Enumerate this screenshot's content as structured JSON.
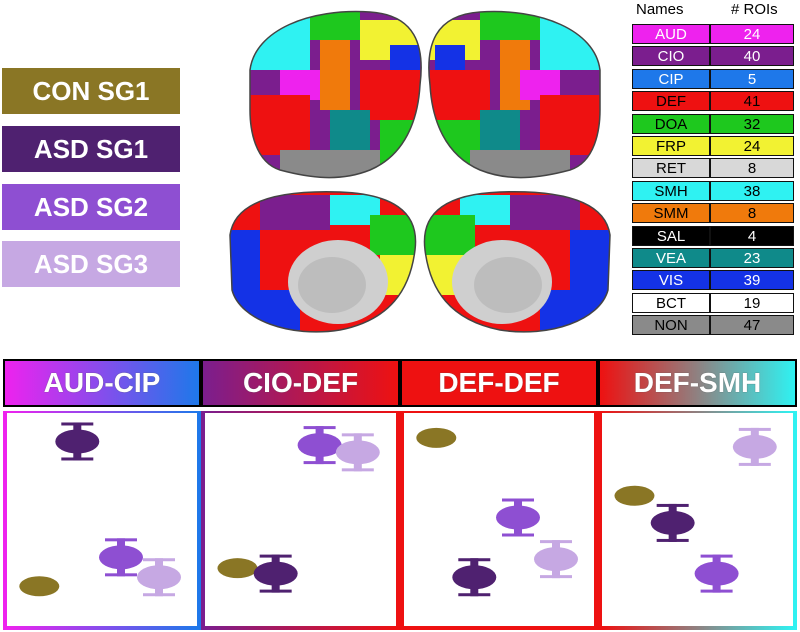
{
  "groups": [
    {
      "label": "CON SG1",
      "color": "#8a7625"
    },
    {
      "label": "ASD SG1",
      "color": "#4f2170"
    },
    {
      "label": "ASD SG2",
      "color": "#8e4fd2"
    },
    {
      "label": "ASD SG3",
      "color": "#c6a8e3"
    }
  ],
  "table": {
    "headers": {
      "names": "Names",
      "rois": "# ROIs"
    },
    "rows": [
      {
        "name": "AUD",
        "rois": "24",
        "color": "#ee22ee",
        "text": "#ffffff"
      },
      {
        "name": "CIO",
        "rois": "40",
        "color": "#7b1e8e",
        "text": "#ffffff"
      },
      {
        "name": "CIP",
        "rois": "5",
        "color": "#1e78ea",
        "text": "#ffffff"
      },
      {
        "name": "DEF",
        "rois": "41",
        "color": "#ee1111",
        "text": "#000000"
      },
      {
        "name": "DOA",
        "rois": "32",
        "color": "#1ec81e",
        "text": "#000000"
      },
      {
        "name": "FRP",
        "rois": "24",
        "color": "#f2f232",
        "text": "#000000"
      },
      {
        "name": "RET",
        "rois": "8",
        "color": "#d8d8d8",
        "text": "#000000"
      },
      {
        "name": "SMH",
        "rois": "38",
        "color": "#2ff2f2",
        "text": "#000000"
      },
      {
        "name": "SMM",
        "rois": "8",
        "color": "#f07a0c",
        "text": "#000000"
      },
      {
        "name": "SAL",
        "rois": "4",
        "color": "#000000",
        "text": "#ffffff"
      },
      {
        "name": "VEA",
        "rois": "23",
        "color": "#0f8a8a",
        "text": "#ffffff"
      },
      {
        "name": "VIS",
        "rois": "39",
        "color": "#1432e6",
        "text": "#ffffff"
      },
      {
        "name": "BCT",
        "rois": "19",
        "color": "#ffffff",
        "text": "#000000"
      },
      {
        "name": "NON",
        "rois": "47",
        "color": "#8a8a8a",
        "text": "#000000"
      }
    ]
  },
  "panels": [
    {
      "label": "AUD-CIP",
      "grad": [
        "#ee22ee",
        "#1e78ea"
      ],
      "values": {
        "CON SG1": 0.12,
        "ASD SG1": 0.92,
        "ASD SG2": 0.28,
        "ASD SG3": 0.17
      }
    },
    {
      "label": "CIO-DEF",
      "grad": [
        "#7b1e8e",
        "#ee1111"
      ],
      "values": {
        "CON SG1": 0.22,
        "ASD SG1": 0.19,
        "ASD SG2": 0.9,
        "ASD SG3": 0.86
      }
    },
    {
      "label": "DEF-DEF",
      "grad": [
        "#ee1111",
        "#ee1111"
      ],
      "values": {
        "CON SG1": 0.94,
        "ASD SG1": 0.17,
        "ASD SG2": 0.5,
        "ASD SG3": 0.27
      }
    },
    {
      "label": "DEF-SMH",
      "grad": [
        "#ee1111",
        "#2ff2f2"
      ],
      "values": {
        "CON SG1": 0.62,
        "ASD SG1": 0.47,
        "ASD SG2": 0.19,
        "ASD SG3": 0.89
      }
    }
  ]
}
